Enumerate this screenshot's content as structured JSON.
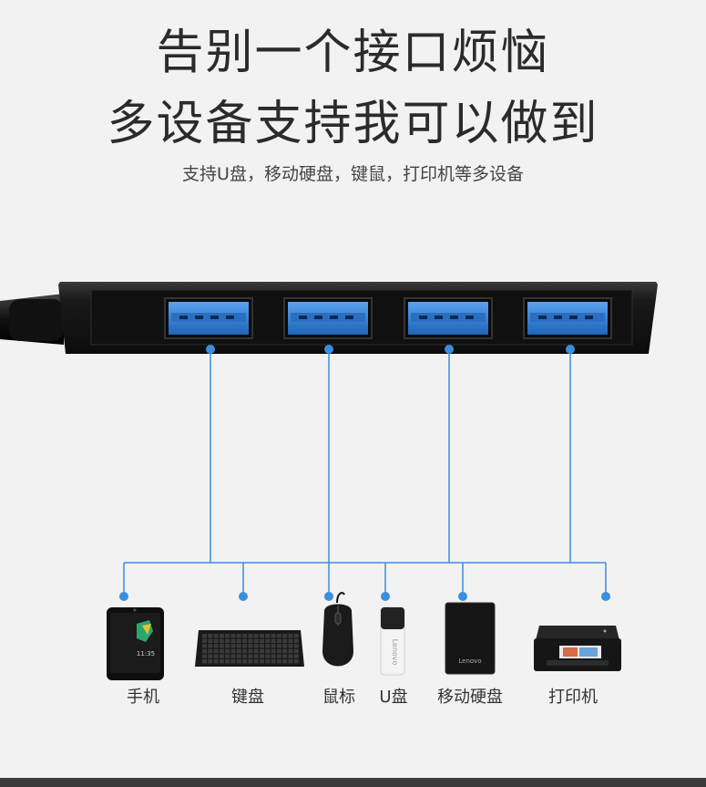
{
  "headline": {
    "line1": "告别一个接口烦恼",
    "line2": "多设备支持我可以做到"
  },
  "subheadline": "支持U盘，移动硬盘，键鼠，打印机等多设备",
  "devices": [
    {
      "label": "手机"
    },
    {
      "label": "键盘"
    },
    {
      "label": "鼠标"
    },
    {
      "label": "U盘"
    },
    {
      "label": "移动硬盘"
    },
    {
      "label": "打印机"
    }
  ],
  "brand_text": {
    "usb_drive": "Lenovo",
    "hard_drive": "Lenovo",
    "phone_clock": "11:35"
  },
  "colors": {
    "background": "#f2f2f2",
    "hub_body": "#151515",
    "usb_port_blue": "#2f7fd6",
    "connector_line": "#3a8ee0",
    "text": "#333333"
  },
  "ports_count": 4
}
